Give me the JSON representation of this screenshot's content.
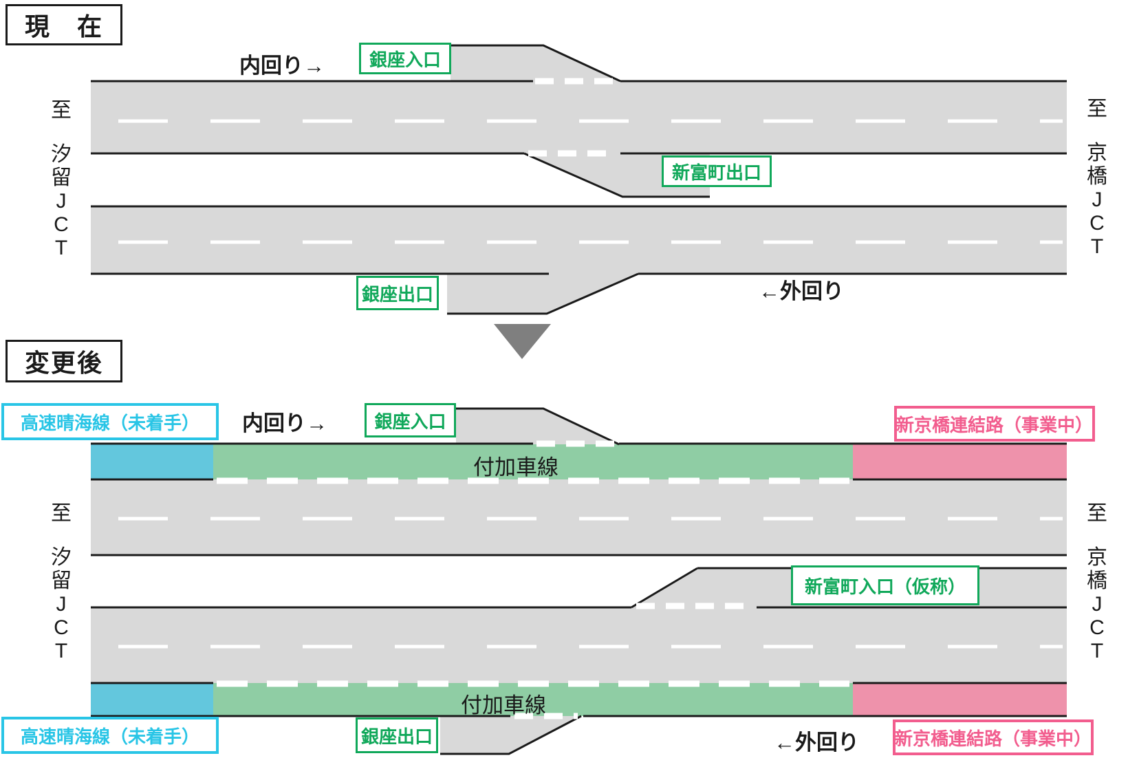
{
  "diagram_titles": {
    "current": "現　在",
    "after": "変更後"
  },
  "directions": {
    "inner": "内回り→",
    "outer": "←外回り"
  },
  "ramp_labels": {
    "ginza_entrance": "銀座入口",
    "ginza_exit": "銀座出口",
    "shintomicho_exit": "新富町出口",
    "shintomicho_entrance": "新富町入口（仮称）"
  },
  "project_labels": {
    "harumi_line": "高速晴海線（未着手）",
    "shin_kyobashi": "新京橋連結路（事業中）",
    "added_lane": "付加車線"
  },
  "endpoints": {
    "to": "至",
    "left_chars": [
      "汐",
      "留",
      "J",
      "C",
      "T"
    ],
    "right_chars": [
      "京",
      "橋",
      "J",
      "C",
      "T"
    ]
  },
  "colors": {
    "road_surface": "#d9d9d9",
    "road_edge": "#1a1a1a",
    "lane_marking": "#ffffff",
    "added_lane_green": "#8fcda4",
    "harumi_blue": "#63c7dd",
    "shin_kyobashi_pink": "#ee92ab",
    "label_green": "#10a85a",
    "label_cyan": "#29c5e6",
    "label_pink": "#f25d8e",
    "arrow_gray": "#7f7f7f"
  }
}
